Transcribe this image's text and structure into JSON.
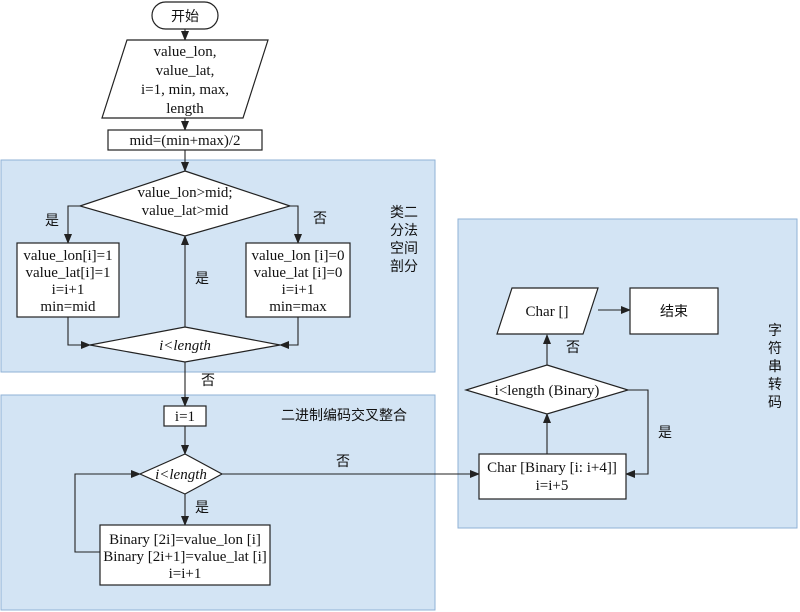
{
  "nodes": {
    "start": "开始",
    "input": [
      "value_lon,",
      "value_lat,",
      "i=1, min, max,",
      "length"
    ],
    "mid": "mid=(min+max)/2",
    "decision1": [
      "value_lon>mid;",
      "value_lat>mid"
    ],
    "left_box": [
      "value_lon[i]=1",
      "value_lat[i]=1",
      "i=i+1",
      "min=mid"
    ],
    "right_box": [
      "value_lon [i]=0",
      "value_lat [i]=0",
      "i=i+1",
      "min=max"
    ],
    "loop1": "i<length",
    "init2": "i=1",
    "loop2": "i<length",
    "binary_box": [
      "Binary [2i]=value_lon [i]",
      "Binary [2i+1]=value_lat [i]",
      "i=i+1"
    ],
    "char_box": [
      "Char [Binary [i: i+4]]",
      "i=i+5"
    ],
    "loop3": "i<length (Binary)",
    "output": "Char []",
    "end": "结束"
  },
  "edge_labels": {
    "yes": "是",
    "no": "否"
  },
  "regions": {
    "r1": [
      "类二",
      "分法",
      "空间",
      "剖分"
    ],
    "r2": "二进制编码交叉整合",
    "r3": [
      "字",
      "符",
      "串",
      "转",
      "码"
    ]
  }
}
